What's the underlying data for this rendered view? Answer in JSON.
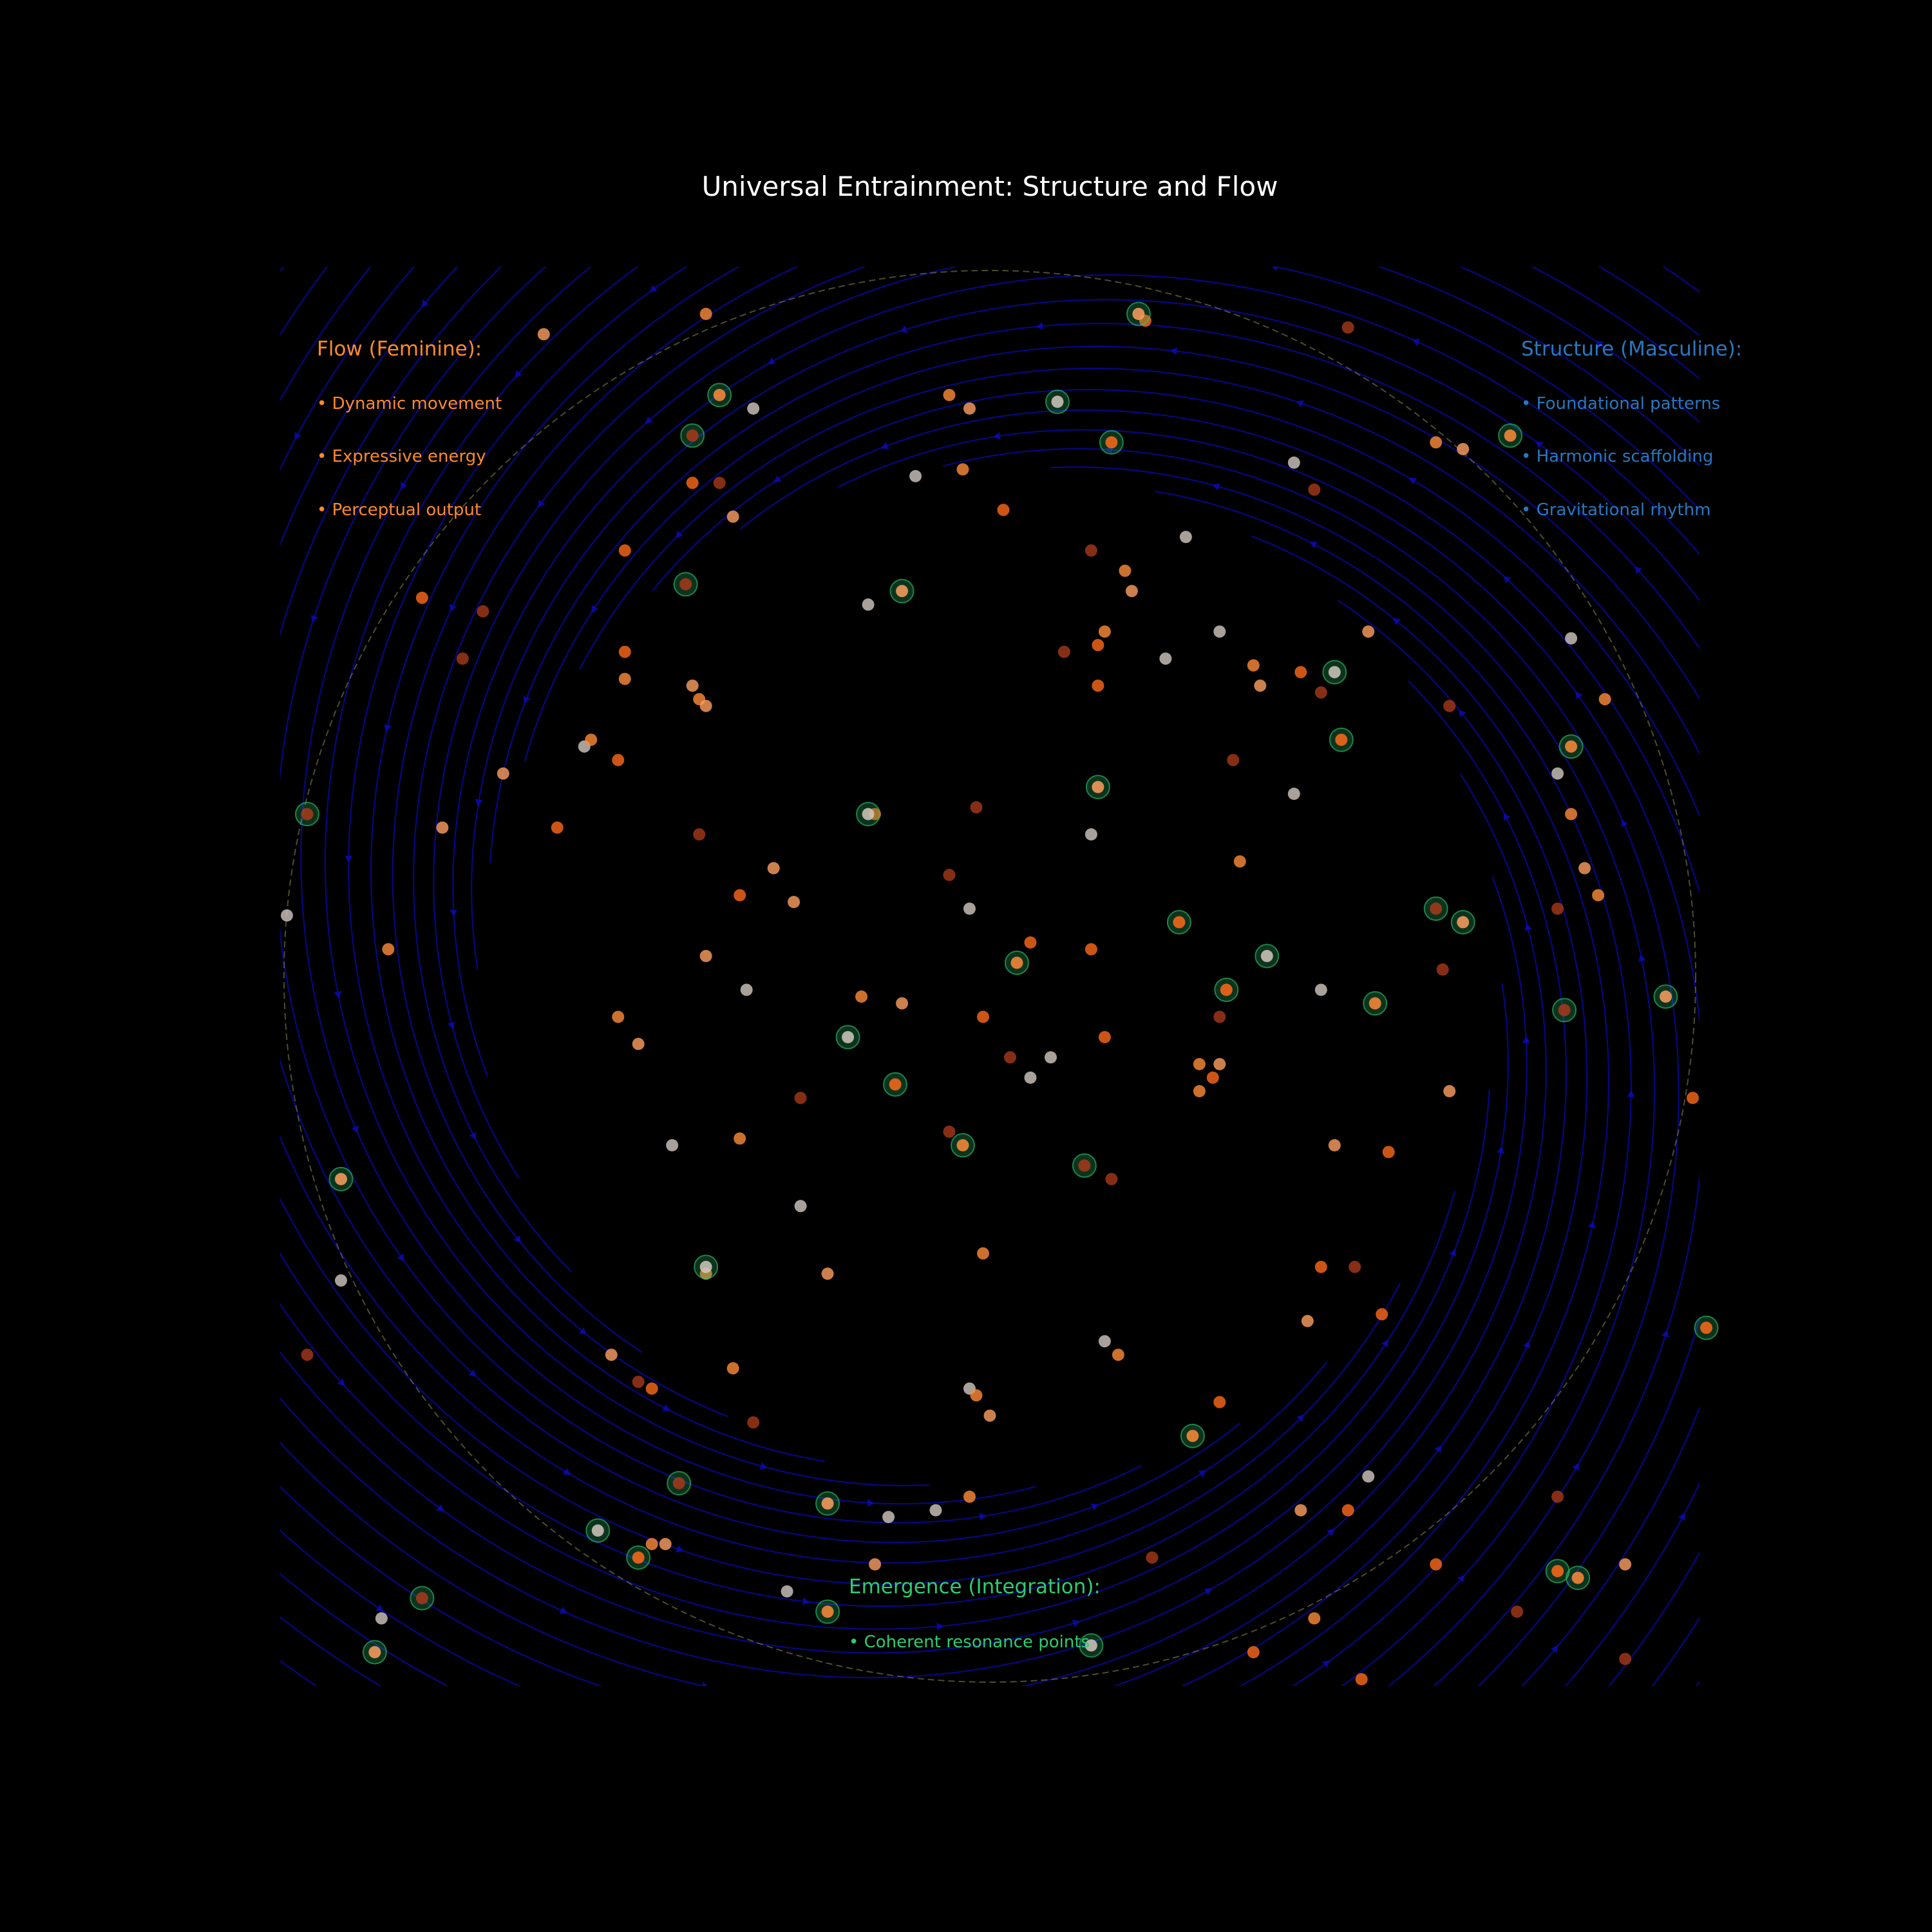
{
  "chart_data": {
    "type": "scatter",
    "title": "Universal Entrainment: Structure and Flow",
    "xlim": [
      -1.05,
      1.05
    ],
    "ylim": [
      -1.05,
      1.05
    ],
    "grid": false,
    "axes_visible": false,
    "colors": {
      "background": "#000000",
      "title": "#ffffff",
      "flow": "#ff8a2a",
      "structure": "#1f77b4",
      "emergence": "#2ecc71",
      "streamlines": "#0a0ab0",
      "boundary": "#8a8a5a"
    },
    "annotations": {
      "flow": {
        "heading": "Flow (Feminine):",
        "items": [
          "• Dynamic movement",
          "• Expressive energy",
          "• Perceptual output"
        ]
      },
      "structure": {
        "heading": "Structure (Masculine):",
        "items": [
          "• Foundational patterns",
          "• Harmonic scaffolding",
          "• Gravitational rhythm"
        ]
      },
      "emergence": {
        "heading": "Emergence (Integration):",
        "items": [
          "• Coherent resonance points"
        ]
      }
    },
    "boundary_circle": {
      "radius": 1.0,
      "style": "dashed"
    },
    "vector_field": {
      "kind": "spiral",
      "direction": "counterclockwise",
      "inward": true
    },
    "series": [
      {
        "kind": "particles",
        "colors": [
          "#ff8c3a",
          "#ffa060",
          "#ff6a1a",
          "#a83a1a",
          "#d2c8c0"
        ],
        "points": [
          [
            -0.42,
            0.98
          ],
          [
            -0.66,
            0.95
          ],
          [
            0.23,
            0.97
          ],
          [
            0.53,
            0.96
          ],
          [
            -0.35,
            0.84
          ],
          [
            -0.06,
            0.86
          ],
          [
            -0.03,
            0.84
          ],
          [
            -0.44,
            0.73
          ],
          [
            -0.4,
            0.73
          ],
          [
            -0.11,
            0.74
          ],
          [
            -0.04,
            0.75
          ],
          [
            -0.38,
            0.68
          ],
          [
            0.02,
            0.69
          ],
          [
            0.48,
            0.72
          ],
          [
            0.45,
            0.76
          ],
          [
            0.66,
            0.79
          ],
          [
            0.7,
            0.78
          ],
          [
            -0.54,
            0.63
          ],
          [
            0.15,
            0.63
          ],
          [
            0.29,
            0.65
          ],
          [
            0.2,
            0.6
          ],
          [
            0.21,
            0.57
          ],
          [
            -0.84,
            0.56
          ],
          [
            -0.75,
            0.54
          ],
          [
            -0.18,
            0.55
          ],
          [
            0.17,
            0.51
          ],
          [
            0.56,
            0.51
          ],
          [
            -0.54,
            0.48
          ],
          [
            -0.78,
            0.47
          ],
          [
            0.34,
            0.51
          ],
          [
            -0.54,
            0.44
          ],
          [
            -0.44,
            0.43
          ],
          [
            0.16,
            0.49
          ],
          [
            0.11,
            0.48
          ],
          [
            0.26,
            0.47
          ],
          [
            0.39,
            0.46
          ],
          [
            0.4,
            0.43
          ],
          [
            0.46,
            0.45
          ],
          [
            0.49,
            0.42
          ],
          [
            0.86,
            0.5
          ],
          [
            -0.43,
            0.41
          ],
          [
            -0.42,
            0.4
          ],
          [
            0.16,
            0.43
          ],
          [
            0.68,
            0.4
          ],
          [
            -0.6,
            0.34
          ],
          [
            -0.59,
            0.35
          ],
          [
            -0.72,
            0.3
          ],
          [
            -0.55,
            0.32
          ],
          [
            0.36,
            0.32
          ],
          [
            0.84,
            0.3
          ],
          [
            0.91,
            0.41
          ],
          [
            -0.81,
            0.22
          ],
          [
            -0.64,
            0.22
          ],
          [
            -0.43,
            0.21
          ],
          [
            0.45,
            0.27
          ],
          [
            0.86,
            0.24
          ],
          [
            0.88,
            0.16
          ],
          [
            -0.17,
            0.24
          ],
          [
            -0.02,
            0.25
          ],
          [
            0.15,
            0.21
          ],
          [
            0.37,
            0.17
          ],
          [
            -0.32,
            0.16
          ],
          [
            -0.37,
            0.12
          ],
          [
            -0.06,
            0.15
          ],
          [
            -0.03,
            0.1
          ],
          [
            0.9,
            0.12
          ],
          [
            -0.29,
            0.11
          ],
          [
            0.06,
            0.05
          ],
          [
            0.84,
            0.1
          ],
          [
            -1.04,
            0.09
          ],
          [
            -0.89,
            0.04
          ],
          [
            -0.42,
            0.03
          ],
          [
            0.15,
            0.04
          ],
          [
            0.67,
            0.01
          ],
          [
            -0.36,
            -0.02
          ],
          [
            -0.19,
            -0.03
          ],
          [
            -0.13,
            -0.04
          ],
          [
            -0.01,
            -0.06
          ],
          [
            0.34,
            -0.06
          ],
          [
            0.49,
            -0.02
          ],
          [
            -0.55,
            -0.06
          ],
          [
            -0.52,
            -0.1
          ],
          [
            0.17,
            -0.09
          ],
          [
            0.03,
            -0.12
          ],
          [
            0.09,
            -0.12
          ],
          [
            0.31,
            -0.13
          ],
          [
            0.34,
            -0.13
          ],
          [
            0.33,
            -0.15
          ],
          [
            -0.28,
            -0.18
          ],
          [
            0.06,
            -0.15
          ],
          [
            0.31,
            -0.17
          ],
          [
            0.68,
            -0.17
          ],
          [
            1.04,
            -0.18
          ],
          [
            -0.06,
            -0.23
          ],
          [
            -0.47,
            -0.25
          ],
          [
            -0.37,
            -0.24
          ],
          [
            0.51,
            -0.25
          ],
          [
            0.59,
            -0.26
          ],
          [
            0.18,
            -0.3
          ],
          [
            -0.28,
            -0.34
          ],
          [
            -0.01,
            -0.41
          ],
          [
            -0.24,
            -0.44
          ],
          [
            0.49,
            -0.43
          ],
          [
            0.54,
            -0.43
          ],
          [
            -0.96,
            -0.45
          ],
          [
            -0.42,
            -0.44
          ],
          [
            0.47,
            -0.51
          ],
          [
            0.58,
            -0.5
          ],
          [
            -1.01,
            -0.56
          ],
          [
            0.17,
            -0.54
          ],
          [
            0.19,
            -0.56
          ],
          [
            -0.56,
            -0.56
          ],
          [
            -0.5,
            -0.61
          ],
          [
            -0.52,
            -0.6
          ],
          [
            -0.03,
            -0.61
          ],
          [
            -0.02,
            -0.62
          ],
          [
            0.0,
            -0.65
          ],
          [
            0.34,
            -0.63
          ],
          [
            -0.35,
            -0.66
          ],
          [
            0.56,
            -0.74
          ],
          [
            -0.03,
            -0.77
          ],
          [
            0.46,
            -0.79
          ],
          [
            0.53,
            -0.79
          ],
          [
            0.84,
            -0.77
          ],
          [
            -0.08,
            -0.79
          ],
          [
            -0.5,
            -0.84
          ],
          [
            -0.17,
            -0.87
          ],
          [
            0.66,
            -0.87
          ],
          [
            0.24,
            -0.86
          ],
          [
            -0.9,
            -0.95
          ],
          [
            0.48,
            -0.95
          ],
          [
            0.94,
            -0.87
          ],
          [
            0.39,
            -1.0
          ],
          [
            0.94,
            -1.01
          ],
          [
            -0.15,
            -0.8
          ],
          [
            -0.38,
            -0.58
          ],
          [
            -0.48,
            -0.84
          ],
          [
            0.55,
            -1.04
          ],
          [
            0.78,
            -0.94
          ],
          [
            -0.3,
            -0.91
          ]
        ]
      },
      {
        "kind": "resonance_points",
        "color": "#2ecc71",
        "points": [
          [
            -0.4,
            0.86
          ],
          [
            -0.44,
            0.8
          ],
          [
            0.22,
            0.98
          ],
          [
            0.1,
            0.85
          ],
          [
            0.18,
            0.79
          ],
          [
            0.77,
            0.8
          ],
          [
            -0.45,
            0.58
          ],
          [
            -0.13,
            0.57
          ],
          [
            0.51,
            0.45
          ],
          [
            0.52,
            0.35
          ],
          [
            0.86,
            0.34
          ],
          [
            -1.01,
            0.24
          ],
          [
            0.16,
            0.28
          ],
          [
            -0.18,
            0.24
          ],
          [
            0.28,
            0.08
          ],
          [
            0.04,
            0.02
          ],
          [
            0.66,
            0.1
          ],
          [
            0.7,
            0.08
          ],
          [
            0.41,
            0.03
          ],
          [
            0.35,
            -0.02
          ],
          [
            0.57,
            -0.04
          ],
          [
            0.85,
            -0.05
          ],
          [
            1.0,
            -0.03
          ],
          [
            -0.21,
            -0.09
          ],
          [
            -0.14,
            -0.16
          ],
          [
            -0.04,
            -0.25
          ],
          [
            0.14,
            -0.28
          ],
          [
            -0.96,
            -0.3
          ],
          [
            -0.42,
            -0.43
          ],
          [
            1.06,
            -0.52
          ],
          [
            0.3,
            -0.68
          ],
          [
            -0.46,
            -0.75
          ],
          [
            -0.24,
            -0.78
          ],
          [
            -0.58,
            -0.82
          ],
          [
            -0.52,
            -0.86
          ],
          [
            -0.24,
            -0.94
          ],
          [
            -0.84,
            -0.92
          ],
          [
            -0.91,
            -1.0
          ],
          [
            0.15,
            -0.99
          ],
          [
            0.84,
            -0.88
          ],
          [
            0.87,
            -0.89
          ]
        ]
      }
    ]
  }
}
